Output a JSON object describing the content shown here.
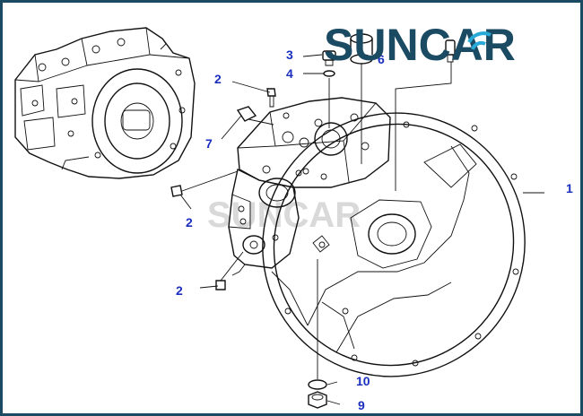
{
  "brand": {
    "logo_text": "SUNCAR",
    "watermark_text": "SUNCAR",
    "colors": {
      "logo_dark": "#1b4a63",
      "logo_accent": "#29a9d8",
      "callout": "#1a2fbf",
      "border": "#1b4a63"
    }
  },
  "callouts": {
    "c1": "1",
    "c2a": "2",
    "c2b": "2",
    "c2c": "2",
    "c3": "3",
    "c4": "4",
    "c6": "6",
    "c7": "7",
    "c9": "9",
    "c10": "10"
  }
}
